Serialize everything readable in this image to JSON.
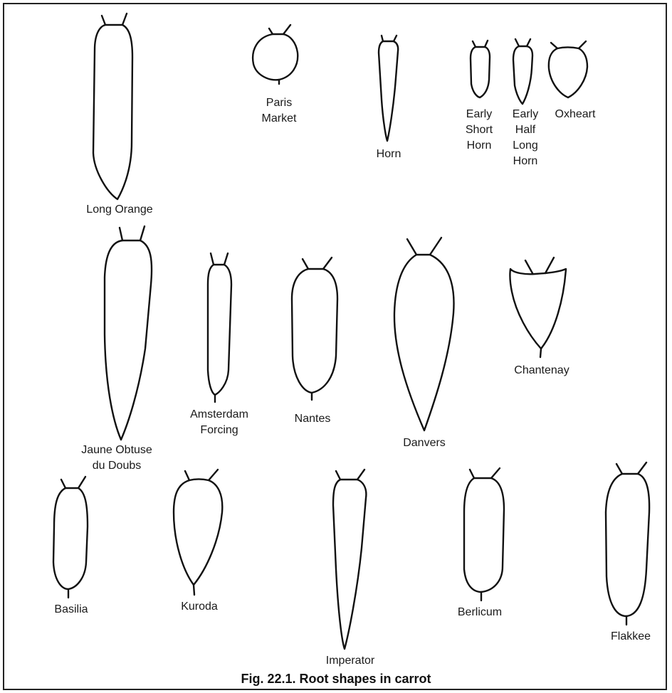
{
  "figure": {
    "caption": "Fig. 22.1.  Root shapes in carrot",
    "colors": {
      "ink": "#111111",
      "background": "#ffffff"
    },
    "roots": [
      {
        "id": "long-orange",
        "label": "Long Orange"
      },
      {
        "id": "paris-market",
        "label": "Paris\nMarket"
      },
      {
        "id": "horn",
        "label": "Horn"
      },
      {
        "id": "early-short-horn",
        "label": "Early\nShort\nHorn"
      },
      {
        "id": "early-half-long-horn",
        "label": "Early\nHalf\nLong\nHorn"
      },
      {
        "id": "oxheart",
        "label": "Oxheart"
      },
      {
        "id": "jaune-obtuse-du-doubs",
        "label": "Jaune Obtuse\ndu Doubs"
      },
      {
        "id": "amsterdam-forcing",
        "label": "Amsterdam\nForcing"
      },
      {
        "id": "nantes",
        "label": "Nantes"
      },
      {
        "id": "danvers",
        "label": "Danvers"
      },
      {
        "id": "chantenay",
        "label": "Chantenay"
      },
      {
        "id": "basilia",
        "label": "Basilia"
      },
      {
        "id": "kuroda",
        "label": "Kuroda"
      },
      {
        "id": "imperator",
        "label": "Imperator"
      },
      {
        "id": "berlicum",
        "label": "Berlicum"
      },
      {
        "id": "flakkee",
        "label": "Flakkee"
      }
    ]
  }
}
